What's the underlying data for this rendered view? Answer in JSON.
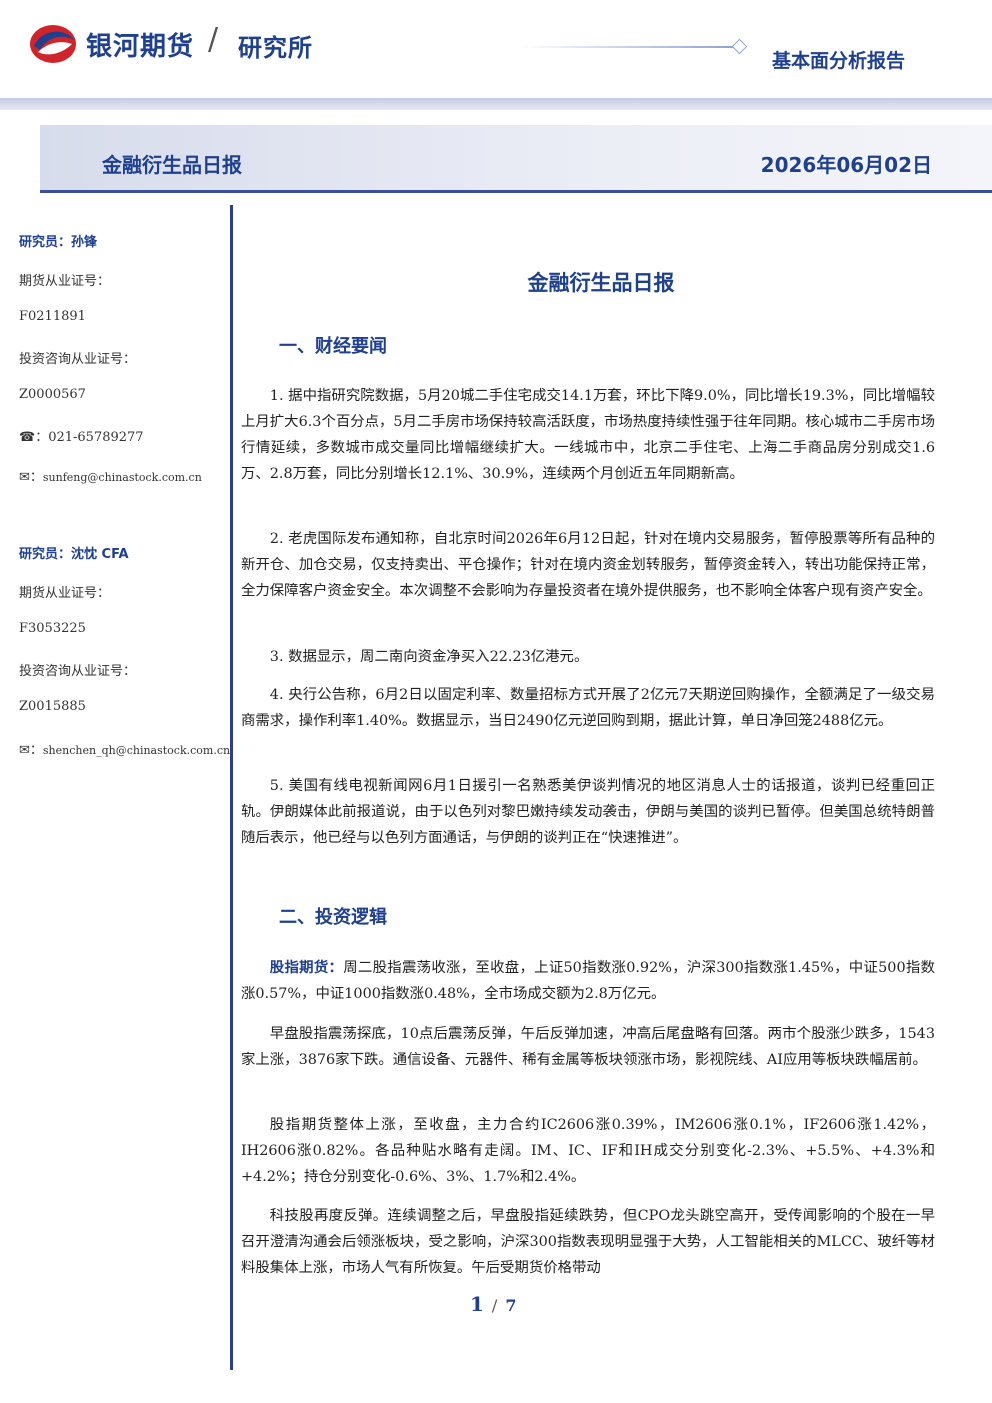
{
  "header": {
    "brand": "银河期货",
    "brand_sub": "研究所",
    "report_type": "基本面分析报告"
  },
  "title_bar": {
    "title": "金融衍生品日报",
    "date": "2026年06月02日"
  },
  "sidebar": {
    "researchers": [
      {
        "name_line": "研究员：孙锋",
        "futures_cert_label": "期货从业证号：",
        "futures_cert": "F0211891",
        "advisory_cert_label": "投资咨询从业证号：",
        "advisory_cert": "Z0000567",
        "phone": "021-65789277",
        "email": "sunfeng@chinastock.com.cn"
      },
      {
        "name_line": "研究员：沈忱 CFA",
        "futures_cert_label": "期货从业证号：",
        "futures_cert": "F3053225",
        "advisory_cert_label": "投资咨询从业证号：",
        "advisory_cert": "Z0015885",
        "email": "shenchen_qh@chinastock.com.cn"
      }
    ]
  },
  "main": {
    "title": "金融衍生品日报",
    "sections": [
      {
        "heading": "一、财经要闻",
        "paragraphs": [
          "1. 据中指研究院数据，5月20城二手住宅成交14.1万套，环比下降9.0%，同比增长19.3%，同比增幅较上月扩大6.3个百分点，5月二手房市场保持较高活跃度，市场热度持续性强于往年同期。核心城市二手房市场行情延续，多数城市成交量同比增幅继续扩大。一线城市中，北京二手住宅、上海二手商品房分别成交1.6万、2.8万套，同比分别增长12.1%、30.9%，连续两个月创近五年同期新高。",
          "2. 老虎国际发布通知称，自北京时间2026年6月12日起，针对在境内交易服务，暂停股票等所有品种的新开仓、加仓交易，仅支持卖出、平仓操作；针对在境内资金划转服务，暂停资金转入，转出功能保持正常，全力保障客户资金安全。本次调整不会影响为存量投资者在境外提供服务，也不影响全体客户现有资产安全。",
          "3. 数据显示，周二南向资金净买入22.23亿港元。",
          "4. 央行公告称，6月2日以固定利率、数量招标方式开展了2亿元7天期逆回购操作，全额满足了一级交易商需求，操作利率1.40%。数据显示，当日2490亿元逆回购到期，据此计算，单日净回笼2488亿元。",
          "5. 美国有线电视新闻网6月1日援引一名熟悉美伊谈判情况的地区消息人士的话报道，谈判已经重回正轨。伊朗媒体此前报道说，由于以色列对黎巴嫩持续发动袭击，伊朗与美国的谈判已暂停。但美国总统特朗普随后表示，他已经与以色列方面通话，与伊朗的谈判正在“快速推进”。"
        ]
      },
      {
        "heading": "二、投资逻辑",
        "lead": "股指期货：",
        "paragraphs": [
          "周二股指震荡收涨，至收盘，上证50指数涨0.92%，沪深300指数涨1.45%，中证500指数涨0.57%，中证1000指数涨0.48%，全市场成交额为2.8万亿元。",
          "早盘股指震荡探底，10点后震荡反弹，午后反弹加速，冲高后尾盘略有回落。两市个股涨少跌多，1543家上涨，3876家下跌。通信设备、元器件、稀有金属等板块领涨市场，影视院线、AI应用等板块跌幅居前。",
          "股指期货整体上涨，至收盘，主力合约IC2606涨0.39%，IM2606涨0.1%，IF2606涨1.42%，IH2606涨0.82%。各品种贴水略有走阔。IM、IC、IF和IH成交分别变化-2.3%、+5.5%、+4.3%和+4.2%；持仓分别变化-0.6%、3%、1.7%和2.4%。",
          "科技股再度反弹。连续调整之后，早盘股指延续跌势，但CPO龙头跳空高开，受传闻影响的个股在一早召开澄清沟通会后领涨板块，受之影响，沪深300指数表现明显强于大势，人工智能相关的MLCC、玻纤等材料股集体上涨，市场人气有所恢复。午后受期货价格带动"
        ]
      }
    ]
  },
  "pager": {
    "current": "1",
    "separator": "/",
    "total": "7"
  }
}
